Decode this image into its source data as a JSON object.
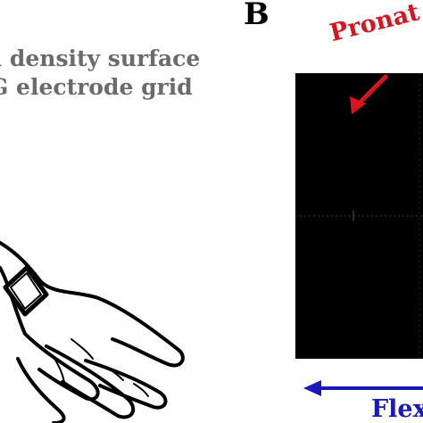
{
  "caption": {
    "line1": "h density surface",
    "line2": "G electrode grid"
  },
  "panel_label": "B",
  "arrows": {
    "pronation_label": "Pronat",
    "pronation_color": "#d8141f",
    "flexion_label": "Flex",
    "flexion_color": "#1a1ab8"
  },
  "screen": {
    "background": "#000000"
  }
}
